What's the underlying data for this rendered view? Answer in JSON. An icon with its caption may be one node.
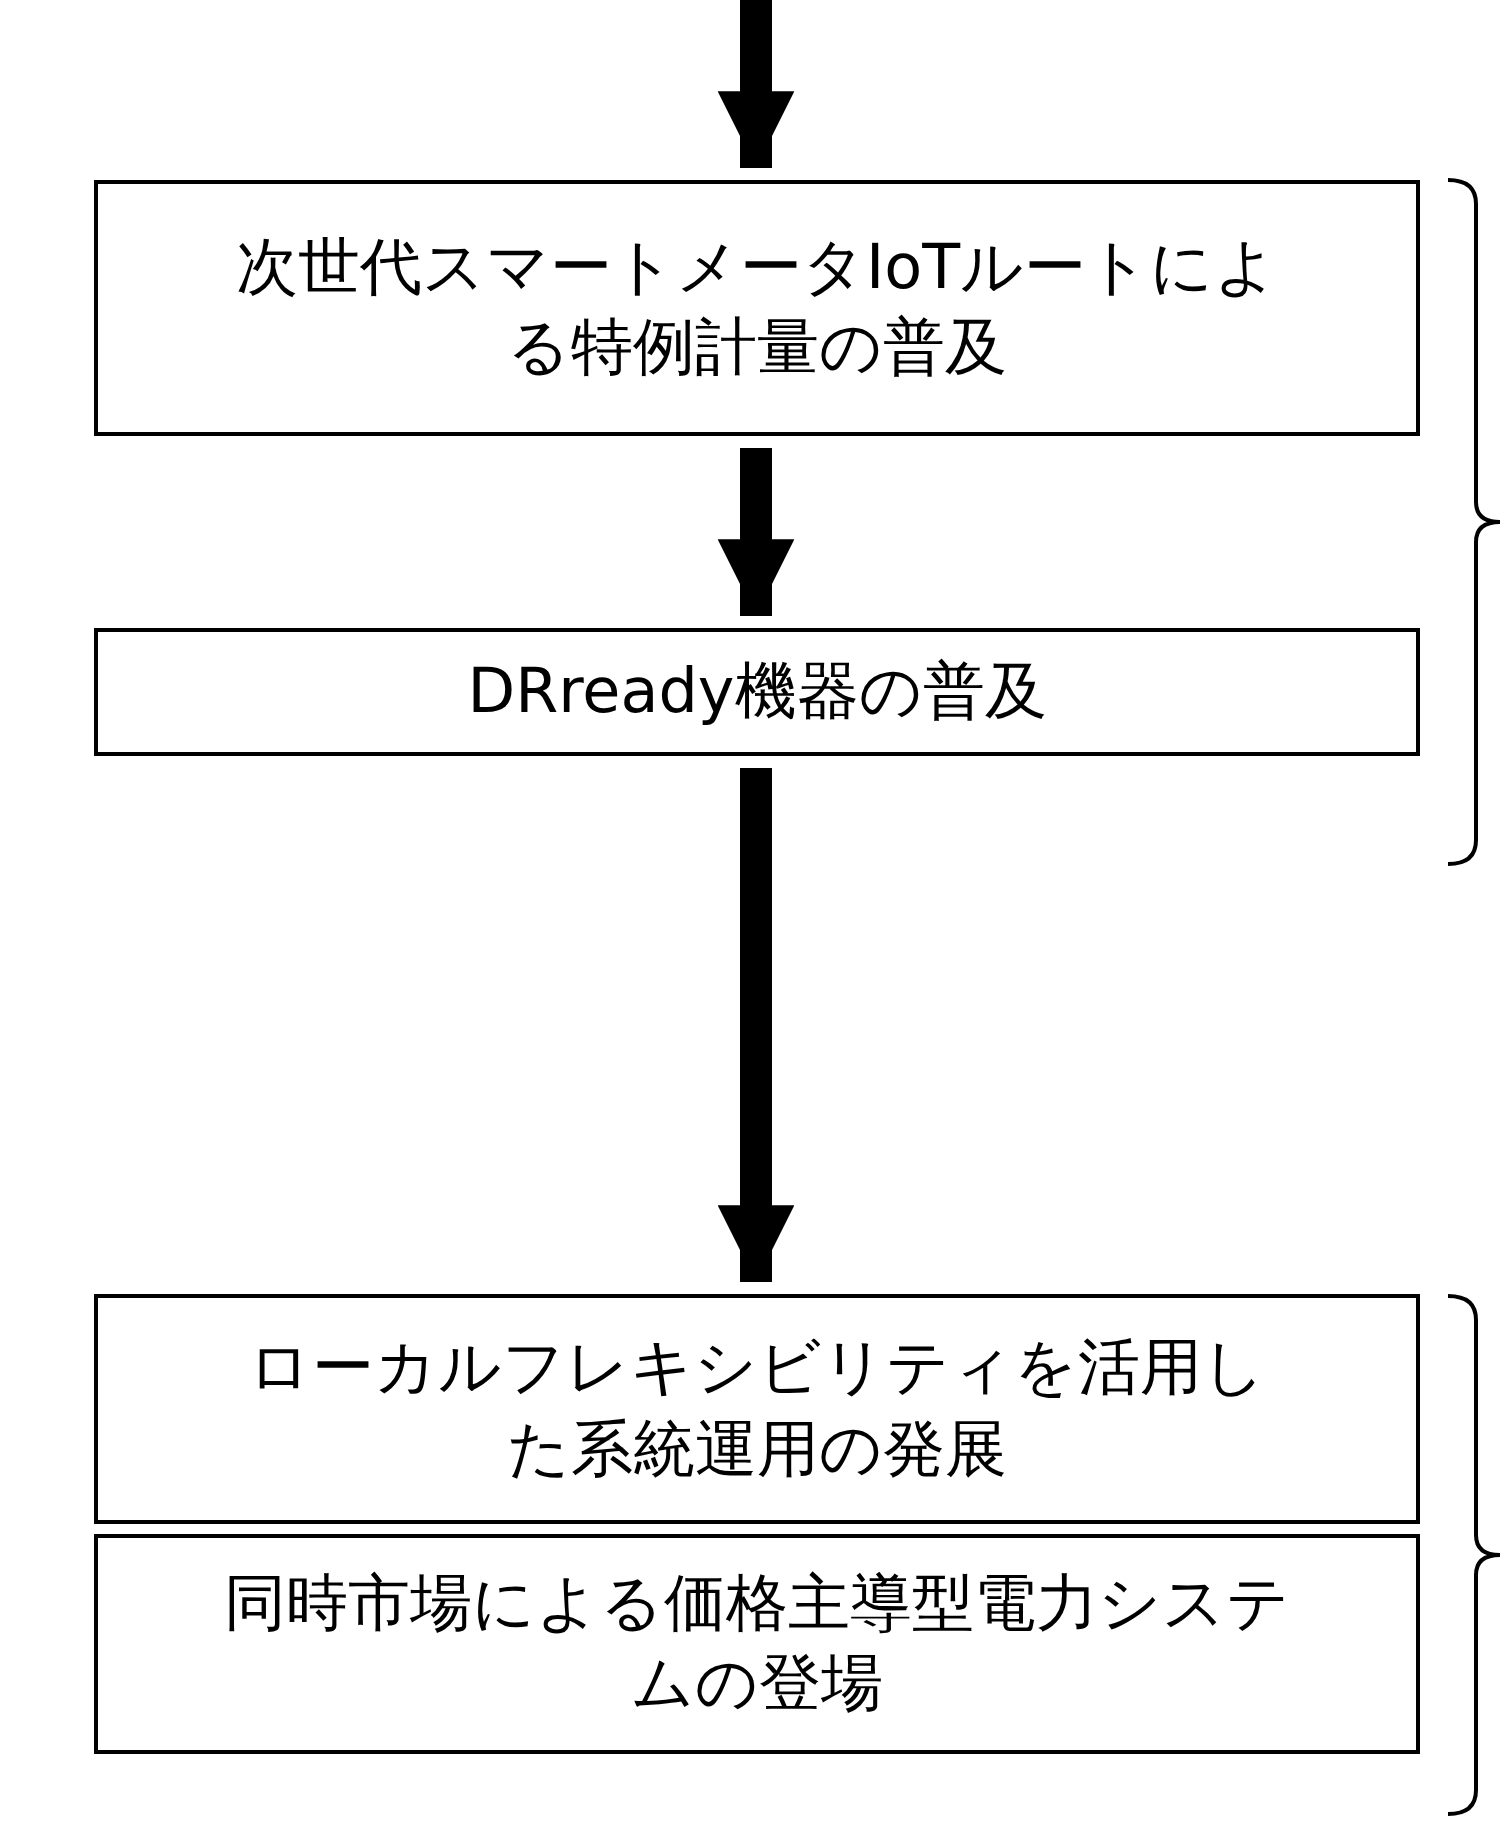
{
  "diagram": {
    "nodes": [
      {
        "text": [
          "次世代スマートメータIoTルートによる特例計量の普及"
        ]
      },
      {
        "text": [
          "DRready機器の普及"
        ]
      },
      {
        "text": [
          "ローカルフレキシビリティを活用した系統運用の発展"
        ]
      },
      {
        "text": [
          "同時市場による価格主導型電力システムの登場"
        ]
      }
    ],
    "edges": [
      {
        "from": null,
        "to": 0,
        "arrow": "to"
      },
      {
        "from": 0,
        "to": 1,
        "arrow": "to"
      },
      {
        "from": 1,
        "to": 2,
        "arrow": "to"
      }
    ]
  }
}
